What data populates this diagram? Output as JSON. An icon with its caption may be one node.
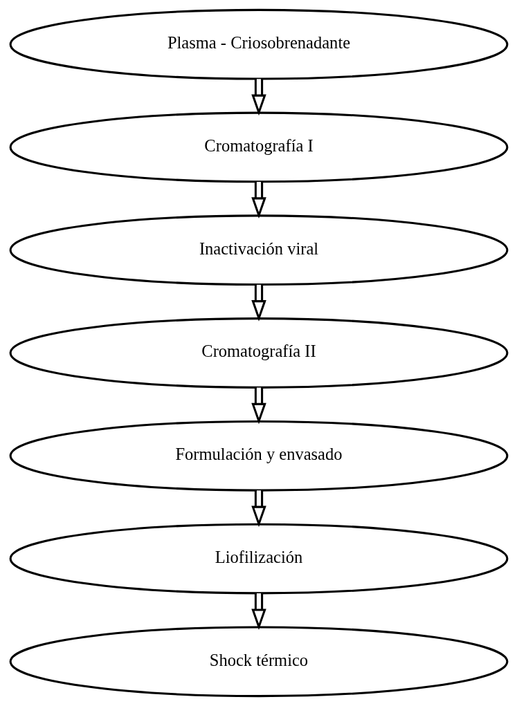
{
  "diagram": {
    "nodes": [
      {
        "text": [
          "Plasma - Criosobrenadante"
        ]
      },
      {
        "text": [
          "Cromatografía I"
        ]
      },
      {
        "text": [
          "Inactivación viral"
        ]
      },
      {
        "text": [
          "Cromatografía II"
        ]
      },
      {
        "text": [
          "Formulación y envasado"
        ]
      },
      {
        "text": [
          "Liofilización"
        ]
      },
      {
        "text": [
          "Shock térmico"
        ]
      }
    ],
    "edges": [
      {
        "from": 0,
        "to": 1,
        "arrow": "to"
      },
      {
        "from": 1,
        "to": 2,
        "arrow": "to"
      },
      {
        "from": 2,
        "to": 3,
        "arrow": "to"
      },
      {
        "from": 3,
        "to": 4,
        "arrow": "to"
      },
      {
        "from": 4,
        "to": 5,
        "arrow": "to"
      },
      {
        "from": 5,
        "to": 6,
        "arrow": "to"
      }
    ]
  }
}
